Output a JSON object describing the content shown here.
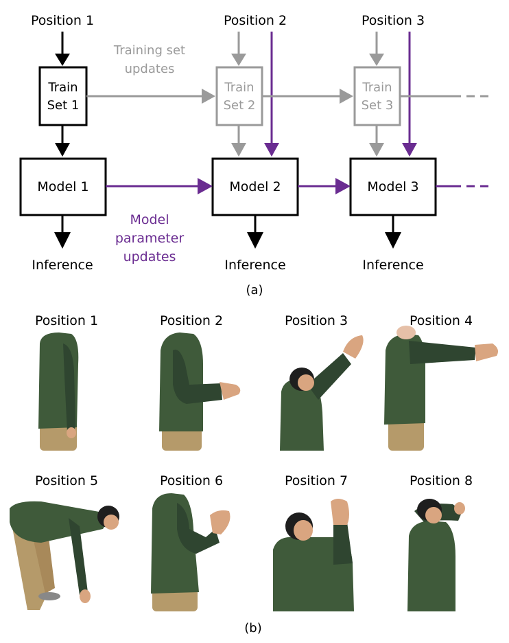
{
  "part_a": {
    "positions": [
      "Position 1",
      "Position 2",
      "Position 3"
    ],
    "train_sets": [
      {
        "line1": "Train",
        "line2": "Set 1"
      },
      {
        "line1": "Train",
        "line2": "Set 2"
      },
      {
        "line1": "Train",
        "line2": "Set 3"
      }
    ],
    "models": [
      "Model 1",
      "Model 2",
      "Model 3"
    ],
    "inference": [
      "Inference",
      "Inference",
      "Inference"
    ],
    "training_updates_label": {
      "line1": "Training set",
      "line2": "updates"
    },
    "model_updates_label": {
      "line1": "Model",
      "line2": "parameter",
      "line3": "updates"
    },
    "caption": "(a)"
  },
  "part_b": {
    "positions": [
      "Position 1",
      "Position 2",
      "Position 3",
      "Position 4",
      "Position 5",
      "Position 6",
      "Position 7",
      "Position 8"
    ],
    "caption": "(b)"
  },
  "colors": {
    "black": "#000000",
    "gray": "#9a9a9a",
    "purple": "#6a2c91",
    "jacket": "#3f5a3a",
    "jacket_dark": "#2f4530",
    "pants": "#b59a6a",
    "skin": "#d9a580",
    "hair": "#1e1e1e"
  }
}
